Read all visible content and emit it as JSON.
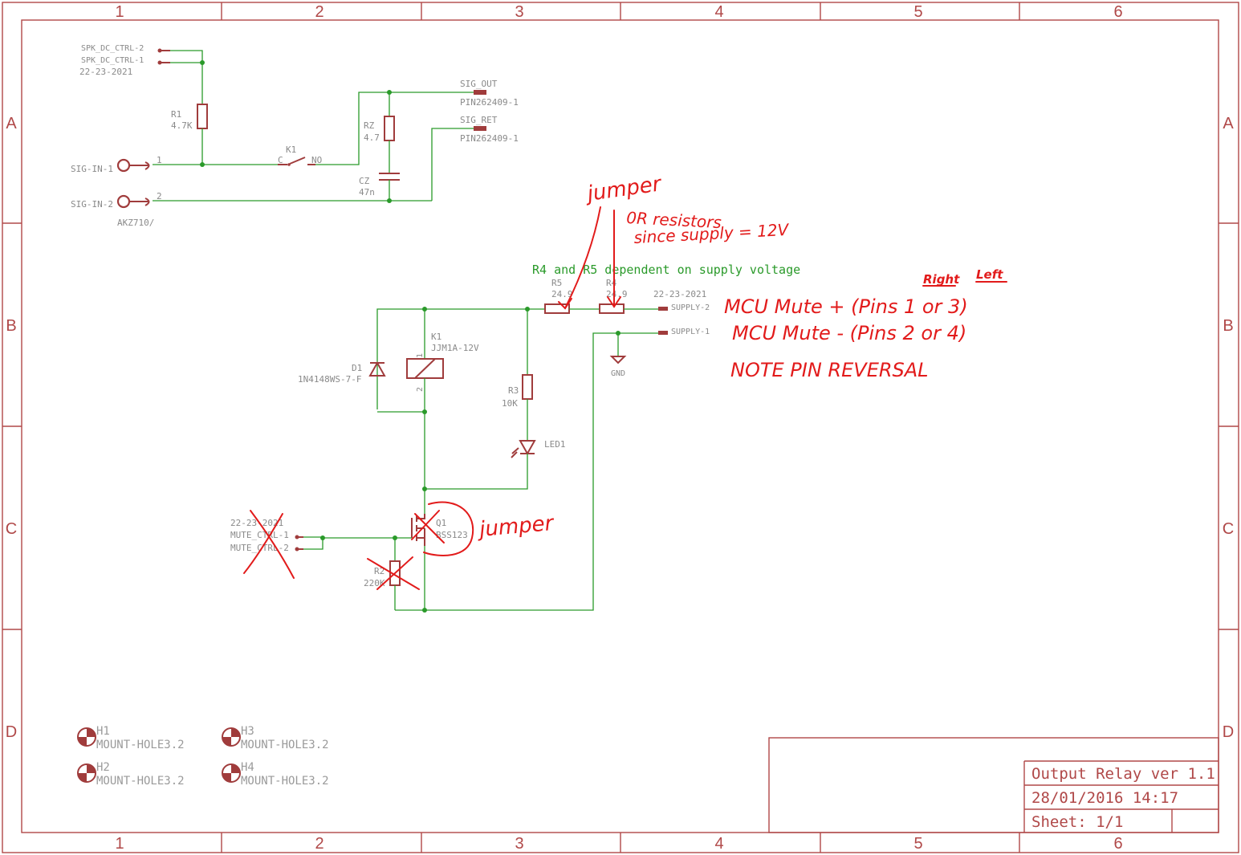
{
  "frame": {
    "columns": [
      "1",
      "2",
      "3",
      "4",
      "5",
      "6"
    ],
    "rows": [
      "A",
      "B",
      "C",
      "D"
    ]
  },
  "inputs": {
    "spk_dc_ctrl_2": "SPK_DC_CTRL-2",
    "spk_dc_ctrl_1": "SPK_DC_CTRL-1",
    "spk_date": "22-23-2021",
    "sig_in_1": "SIG-IN-1",
    "sig_in_2": "SIG-IN-2",
    "pin1": "1",
    "pin2": "2",
    "jack_part": "AKZ710/",
    "mute_date": "22-23-2021",
    "mute_ctrl_1": "MUTE_CTRL-1",
    "mute_ctrl_2": "MUTE_CTRL-2"
  },
  "components": {
    "r1_name": "R1",
    "r1_value": "4.7K",
    "rz_name": "RZ",
    "rz_value": "4.7",
    "cz_name": "CZ",
    "cz_value": "47n",
    "k1_switch_name": "K1",
    "k1_c": "C",
    "k1_no": "NO",
    "sig_out": "SIG_OUT",
    "sig_out_part": "PIN262409-1",
    "sig_ret": "SIG_RET",
    "sig_ret_part": "PIN262409-1",
    "r5_name": "R5",
    "r5_value": "24.9",
    "r4_name": "R4",
    "r4_value": "24.9",
    "supply_date": "22-23-2021",
    "supply_2": "SUPPLY-2",
    "supply_1": "SUPPLY-1",
    "gnd": "GND",
    "k1_coil_name": "K1",
    "k1_coil_part": "JJM1A-12V",
    "coil_pin1": "1",
    "coil_pin2": "2",
    "d1_name": "D1",
    "d1_part": "1N4148WS-7-F",
    "r3_name": "R3",
    "r3_value": "10K",
    "led_name": "LED1",
    "q1_name": "Q1",
    "q1_part": "BSS123",
    "r2_name": "R2",
    "r2_value": "220K"
  },
  "note_text": "R4 and R5 dependent on supply voltage",
  "handwritten": {
    "jumper_top": "jumper",
    "zero_r": "0R resistors",
    "since_supply": "since supply = 12V",
    "right": "Right",
    "left": "Left",
    "mcu_plus": "MCU Mute + (Pins 1 or 3)",
    "mcu_minus": "MCU Mute - (Pins 2 or 4)",
    "note_reversal": "NOTE PIN REVERSAL",
    "jumper_q1": "jumper"
  },
  "mount_holes": [
    {
      "name": "H1",
      "part": "MOUNT-HOLE3.2"
    },
    {
      "name": "H2",
      "part": "MOUNT-HOLE3.2"
    },
    {
      "name": "H3",
      "part": "MOUNT-HOLE3.2"
    },
    {
      "name": "H4",
      "part": "MOUNT-HOLE3.2"
    }
  ],
  "title_block": {
    "title": "Output Relay ver 1.1",
    "date": "28/01/2016 14:17",
    "sheet": "Sheet: 1/1"
  }
}
